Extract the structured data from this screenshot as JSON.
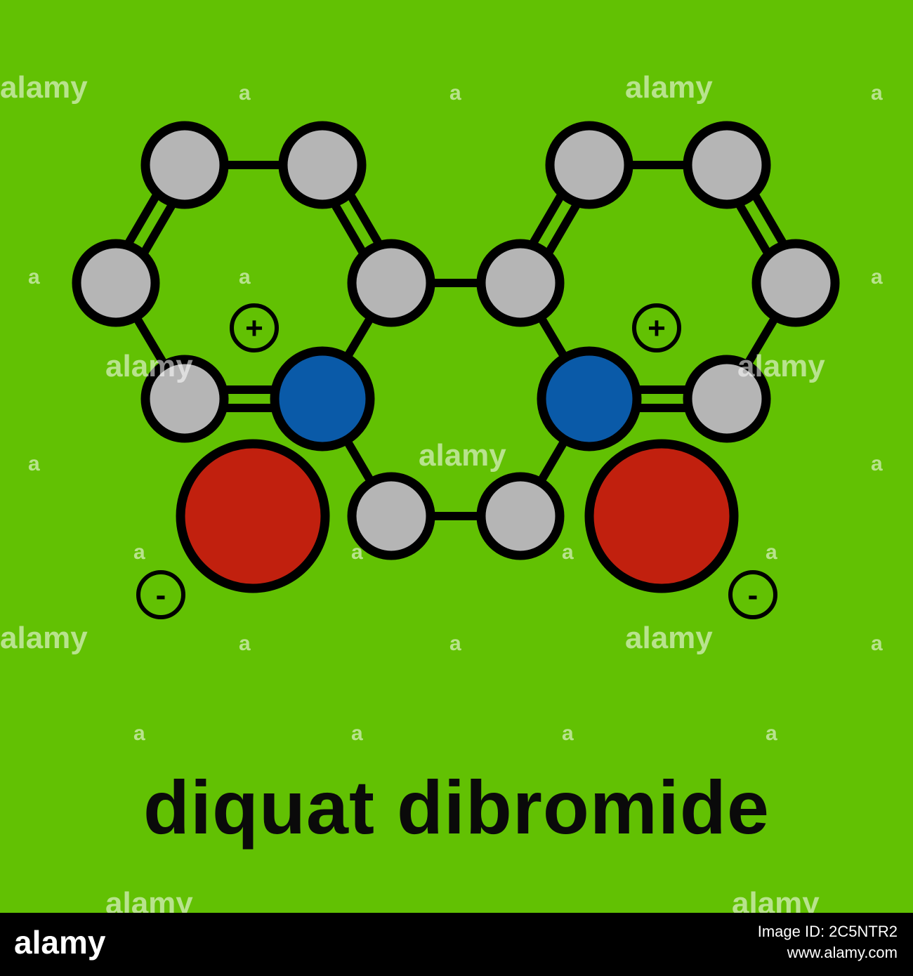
{
  "title": "diquat dibromide",
  "charges": {
    "plus": "+",
    "minus": "-"
  },
  "colors": {
    "background": "#62c103",
    "carbon": "#b5b5b5",
    "nitrogen": "#0a5aa8",
    "bromine": "#c1200e",
    "outline": "#000000"
  },
  "watermark": {
    "brand": "alamy",
    "mark": "a"
  },
  "footer": {
    "brand": "alamy",
    "image_id_line": "Image ID: 2C5NTR2",
    "site": "www.alamy.com"
  }
}
